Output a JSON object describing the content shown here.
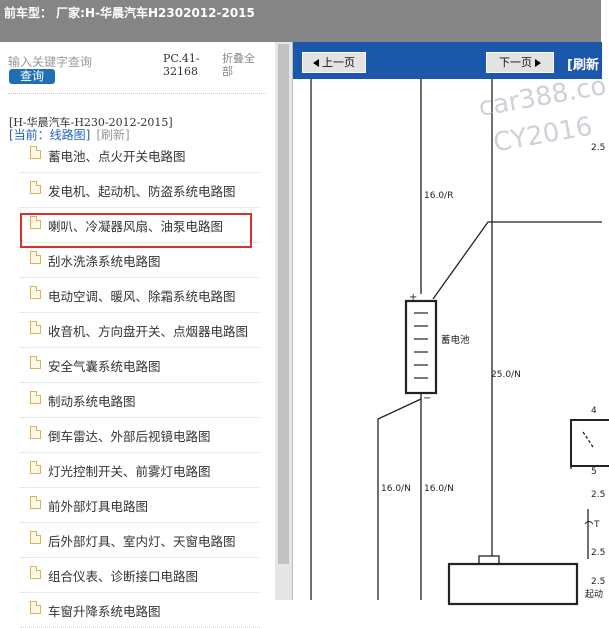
{
  "window": {
    "title": "前车型：  厂家:H-华晨汽车H2302012-2015"
  },
  "sidebar": {
    "search_placeholder": "输入关键字查询",
    "search_button": "查询",
    "pc_code": "PC.41-32168",
    "collapse_all": "折叠全部",
    "model_title": "[H-华晨汽车-H230-2012-2015]",
    "current_label": "[当前：线路图]",
    "refresh_link": "[刷新]",
    "items": [
      {
        "label": "蓄电池、点火开关电路图"
      },
      {
        "label": "发电机、起动机、防盗系统电路图",
        "highlighted": true
      },
      {
        "label": "喇叭、冷凝器风扇、油泵电路图"
      },
      {
        "label": "刮水洗涤系统电路图"
      },
      {
        "label": "电动空调、暖风、除霜系统电路图"
      },
      {
        "label": "收音机、方向盘开关、点烟器电路图"
      },
      {
        "label": "安全气囊系统电路图"
      },
      {
        "label": "制动系统电路图"
      },
      {
        "label": "倒车雷达、外部后视镜电路图"
      },
      {
        "label": "灯光控制开关、前雾灯电路图"
      },
      {
        "label": "前外部灯具电路图"
      },
      {
        "label": "后外部灯具、室内灯、天窗电路图"
      },
      {
        "label": "组合仪表、诊断接口电路图"
      },
      {
        "label": "车窗升降系统电路图"
      }
    ]
  },
  "viewer": {
    "prev_button": "上一页",
    "next_button": "下一页",
    "refresh": "[刷新",
    "watermark_1": "car388.co",
    "watermark_2": "CY2016",
    "diagram": {
      "battery_label": "蓄电池",
      "plus_sign": "+",
      "minus_sign": "−",
      "wire_labels": [
        "16.0/R",
        "25.0/N",
        "16.0/N",
        "16.0/N",
        "2.5",
        "2.5",
        "2.5",
        "2.5"
      ],
      "pin_labels": [
        "4",
        "5"
      ],
      "starter_label": "起动",
      "misc_label": "T"
    }
  },
  "colors": {
    "topbar": "#858585",
    "toolbar": "#1b57ab",
    "accent": "#1f6fb8",
    "highlight": "#d9302c"
  }
}
